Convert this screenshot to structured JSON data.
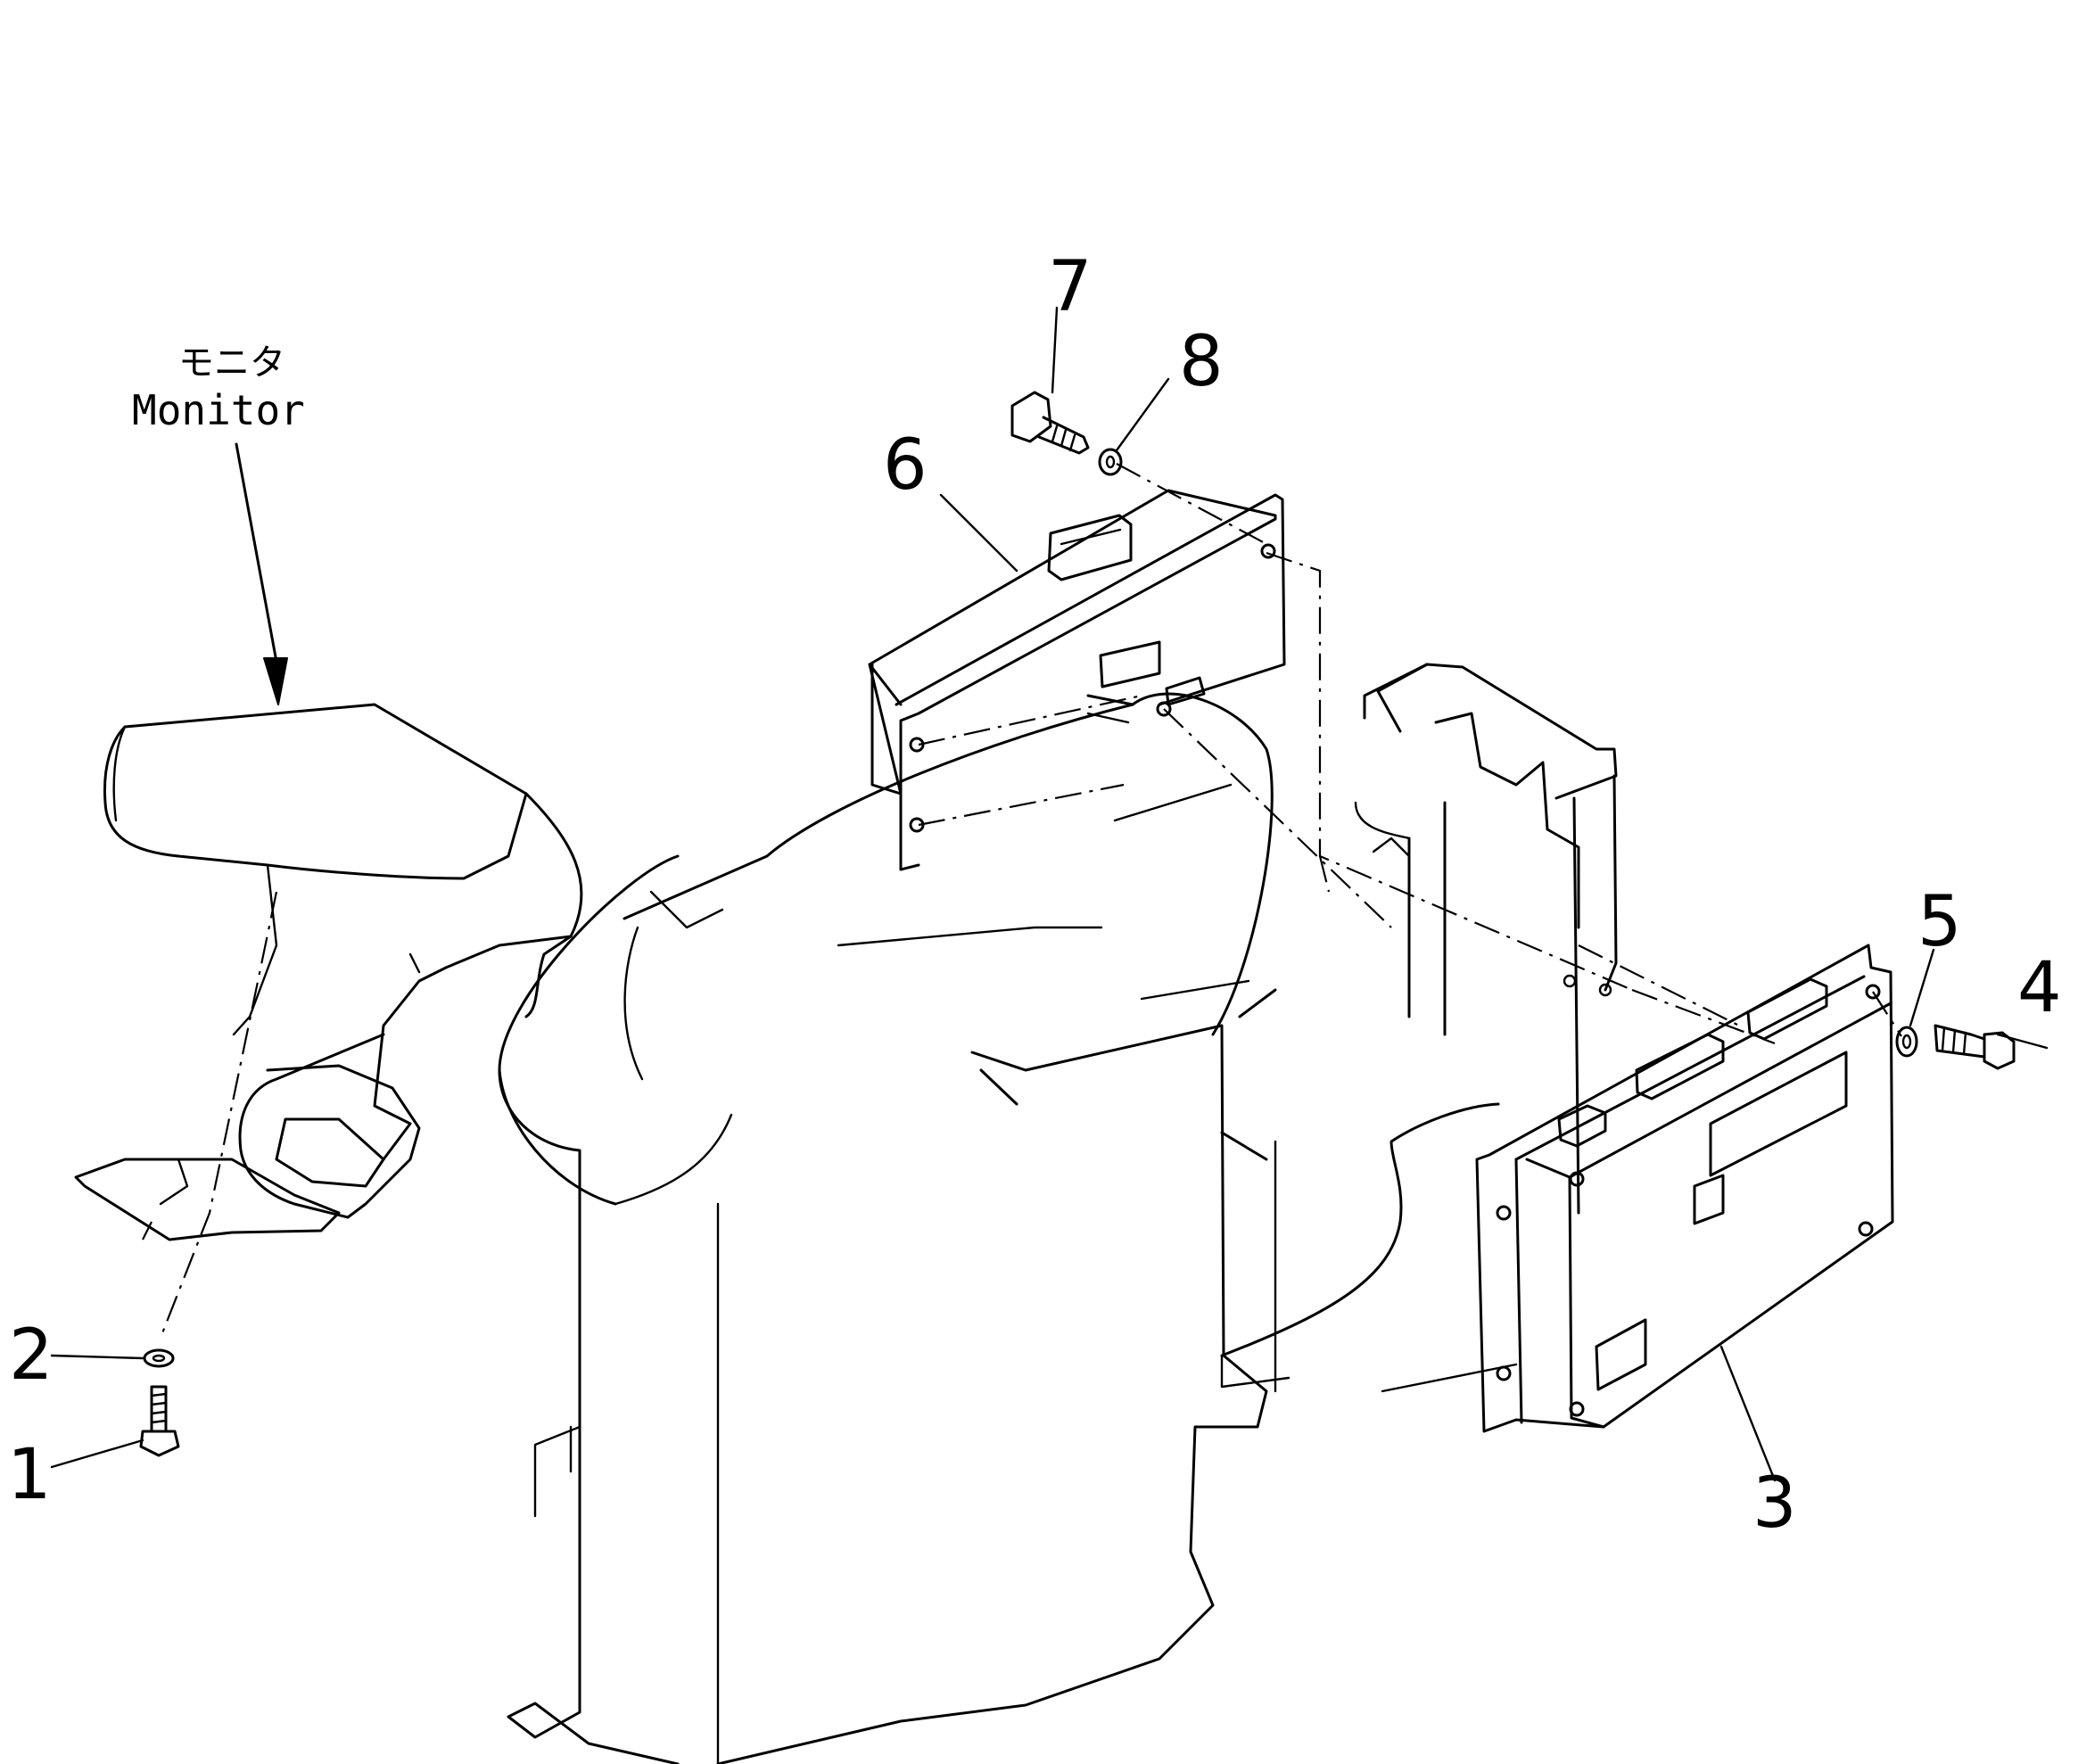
{
  "monitor_label": {
    "japanese": "モニタ",
    "english": "Monitor"
  },
  "callouts": [
    "1",
    "2",
    "3",
    "4",
    "5",
    "6",
    "7",
    "8"
  ]
}
